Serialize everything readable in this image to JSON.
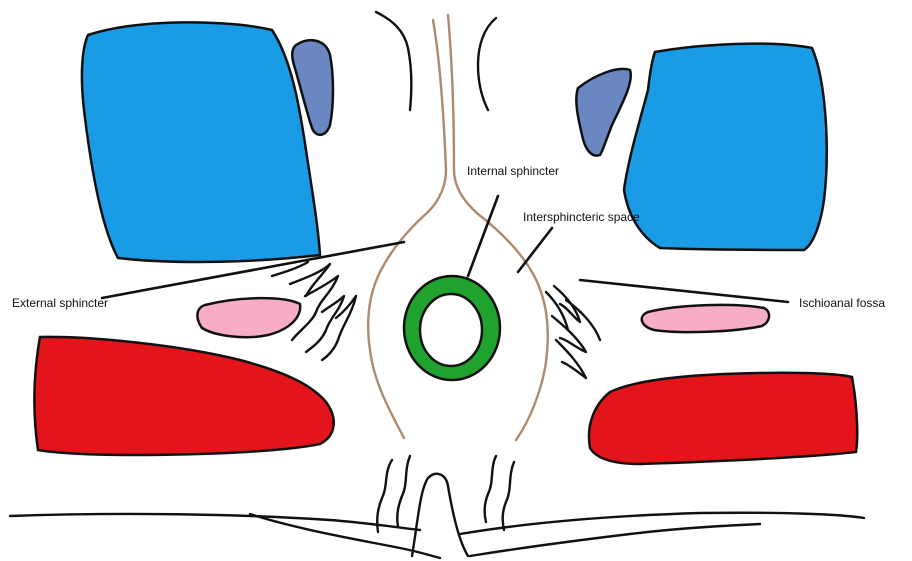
{
  "labels": {
    "internal_sphincter": "Internal sphincter",
    "intersphincteric_space": "Intersphincteric space",
    "external_sphincter": "External sphincter",
    "ischioanal_fossa": "Ischioanal fossa"
  },
  "colors": {
    "blue_region": "#1a9be6",
    "slate_blue_region": "#6a87c2",
    "pink_region": "#f7adc8",
    "red_region": "#e3151b",
    "green_ring": "#1fa32e",
    "outline": "#111111",
    "brown_wall": "#b08a6c",
    "background": "#ffffff"
  }
}
